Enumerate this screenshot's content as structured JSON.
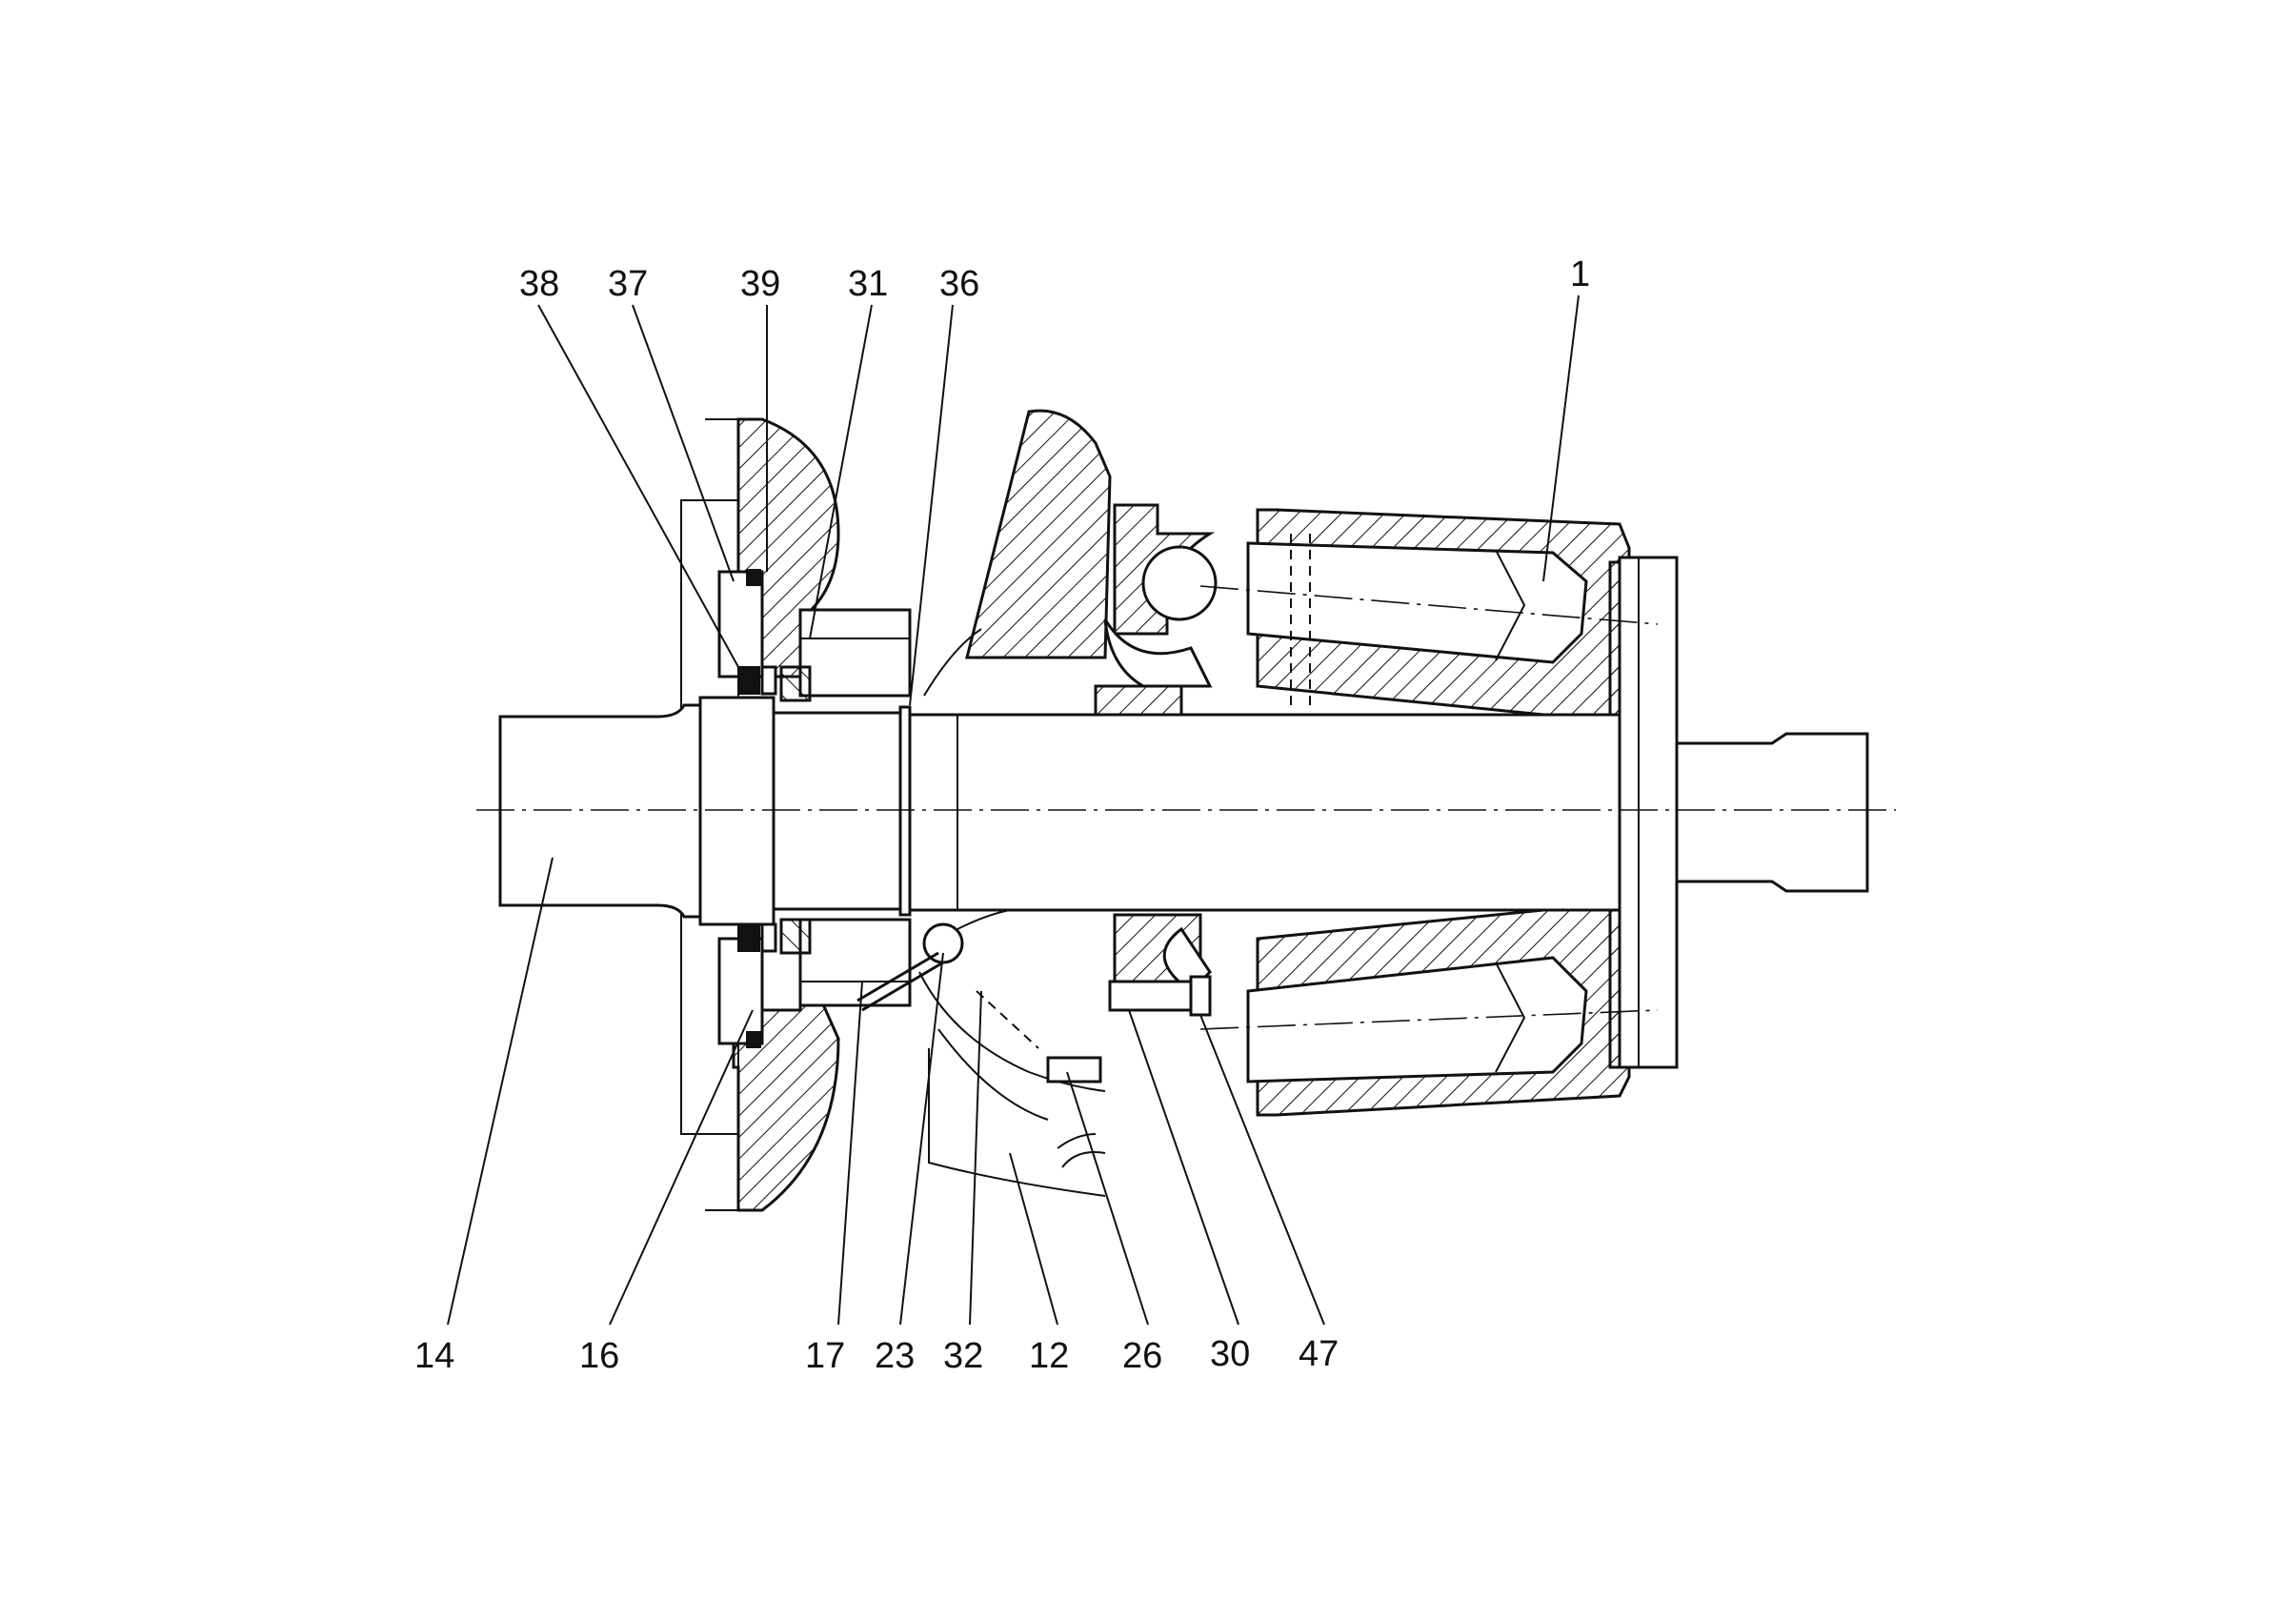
{
  "callouts": {
    "top": [
      "38",
      "37",
      "39",
      "31",
      "36",
      "1"
    ],
    "bottom": [
      "14",
      "16",
      "17",
      "23",
      "32",
      "12",
      "26",
      "30",
      "47"
    ]
  }
}
